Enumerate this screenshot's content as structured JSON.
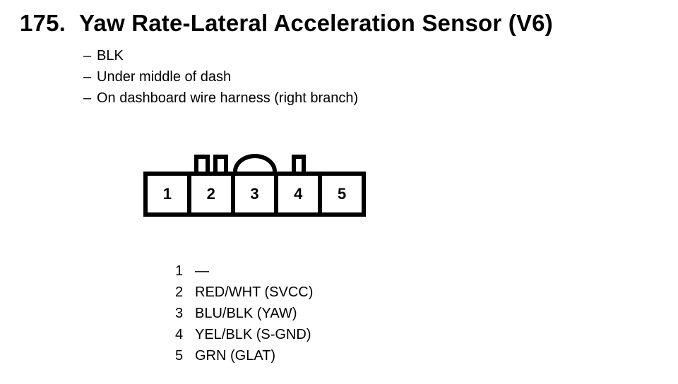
{
  "page": {
    "background": "#ffffff",
    "ink": "#000000"
  },
  "header": {
    "index": "175.",
    "title": "Yaw Rate-Lateral Acceleration Sensor (V6)"
  },
  "notes": {
    "dash": "–",
    "items": [
      "BLK",
      "Under middle of dash",
      "On dashboard wire harness (right branch)"
    ]
  },
  "connector": {
    "pins": [
      "1",
      "2",
      "3",
      "4",
      "5"
    ],
    "top_features": [
      "tab",
      "tab",
      "dome",
      "tab"
    ]
  },
  "pinout": {
    "rows": [
      {
        "pin": "1",
        "label": "—"
      },
      {
        "pin": "2",
        "label": "RED/WHT (SVCC)"
      },
      {
        "pin": "3",
        "label": "BLU/BLK (YAW)"
      },
      {
        "pin": "4",
        "label": "YEL/BLK (S-GND)"
      },
      {
        "pin": "5",
        "label": "GRN (GLAT)"
      }
    ]
  }
}
